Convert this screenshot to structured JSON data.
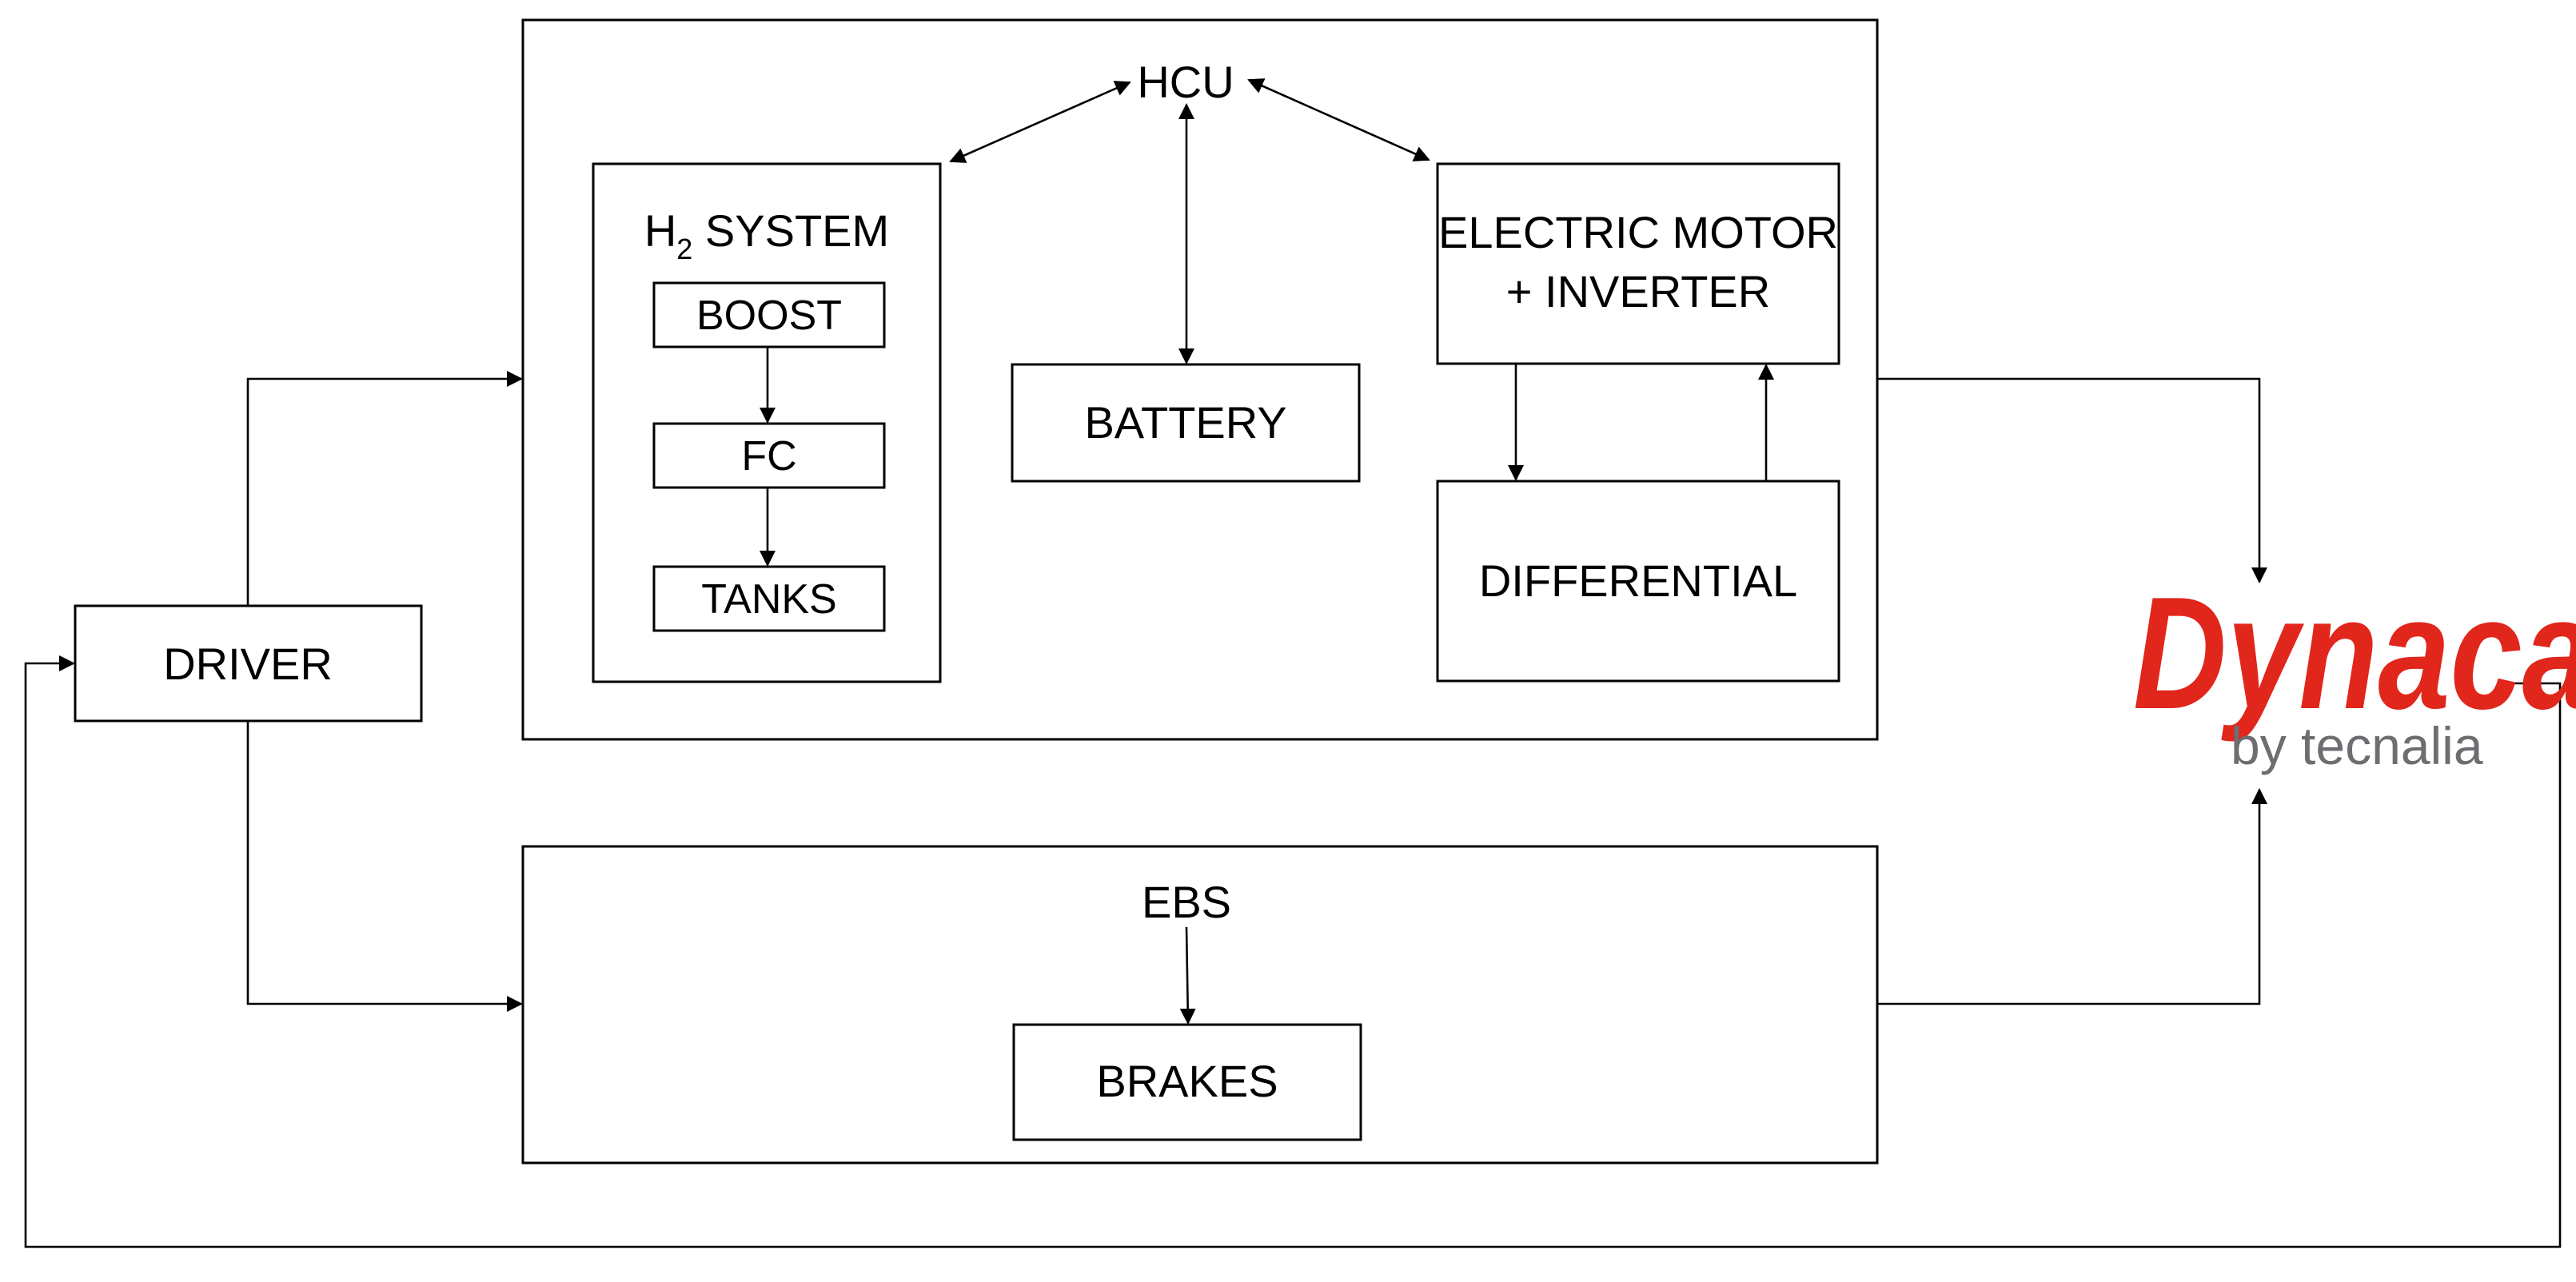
{
  "diagram": {
    "hcu": "HCU",
    "h2_system": {
      "prefix": "H",
      "subscript": "2",
      "suffix": " SYSTEM"
    },
    "boost": "BOOST",
    "fc": "FC",
    "tanks": "TANKS",
    "battery": "BATTERY",
    "motor_line1": "ELECTRIC MOTOR",
    "motor_line2": "+ INVERTER",
    "differential": "DIFFERENTIAL",
    "driver": "DRIVER",
    "ebs": "EBS",
    "brakes": "BRAKES"
  },
  "logo": {
    "brand": "Dynacar",
    "tagline": "by tecnalia",
    "brand_color": "#e1261c",
    "tagline_color": "#6d6e71"
  }
}
